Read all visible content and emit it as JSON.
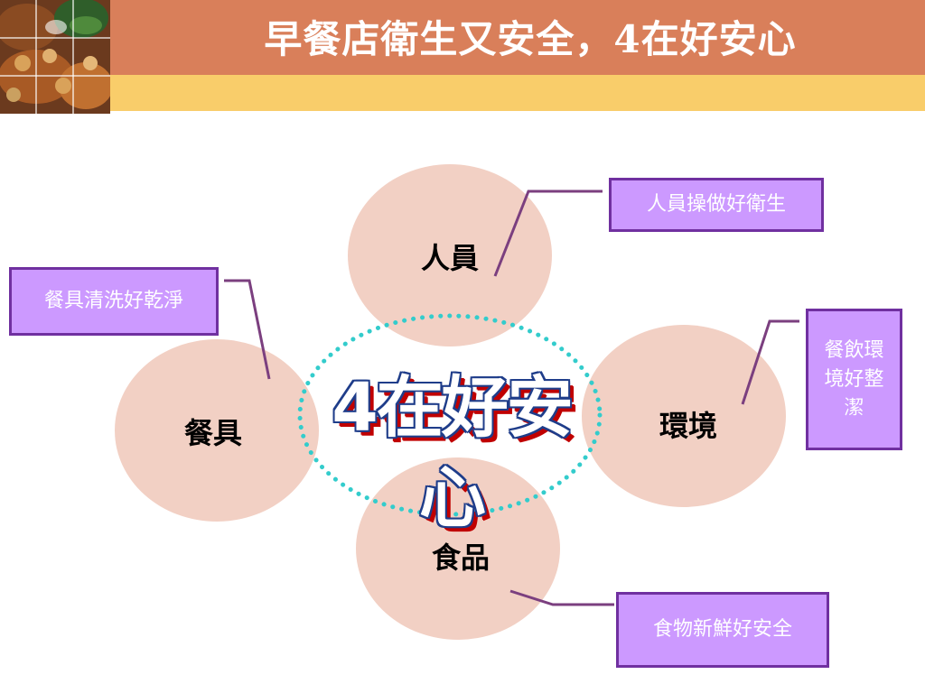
{
  "title": "早餐店衛生又安全，4在好安心",
  "center": {
    "label": "4在好安心"
  },
  "nodes": {
    "people": "人員",
    "utensils": "餐具",
    "environment": "環境",
    "food": "食品"
  },
  "callouts": {
    "people": "人員操做好衛生",
    "utensils": "餐具清洗好乾淨",
    "environment": "餐飲環境好整潔",
    "food": "食物新鮮好安全"
  },
  "colors": {
    "header": "#d97f5a",
    "stripe": "#f9cd6a",
    "node_fill": "#f2d0c4",
    "callout_fill": "#cc99ff",
    "callout_border": "#7030a0",
    "dotted_ring": "#33cccc",
    "connector": "#7b3f7f"
  }
}
